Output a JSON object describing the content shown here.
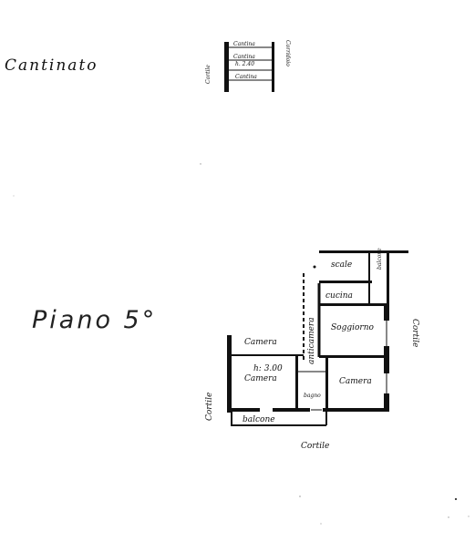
{
  "basement": {
    "heading": "Cantinato",
    "left_label": "Cortile",
    "right_label": "Corridoio",
    "rooms": [
      "Cantina",
      "Cantina",
      "h. 2.40",
      "Cantina"
    ]
  },
  "floor": {
    "heading": "Piano 5°",
    "labels": {
      "scale": "scale",
      "cucina": "cucina",
      "balcone_right": "balcone",
      "anticamera": "anticamera",
      "soggiorno": "Soggiorno",
      "camera_top": "Camera",
      "height": "h: 3.00",
      "camera_left": "Camera",
      "camera_right": "Camera",
      "bagno": "bagno",
      "balcone_bottom": "balcone",
      "cortile_left": "Cortile",
      "cortile_right": "Cortile",
      "cortile_bottom": "Cortile"
    }
  }
}
